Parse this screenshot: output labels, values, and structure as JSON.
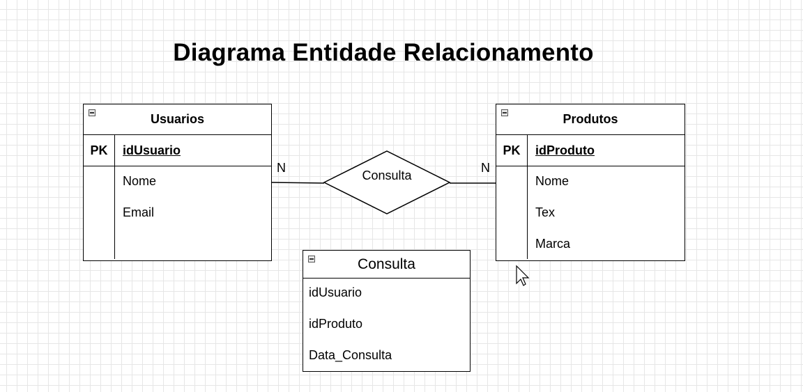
{
  "title": "Diagrama Entidade Relacionamento",
  "entities": {
    "usuarios": {
      "name": "Usuarios",
      "pk_label": "PK",
      "pk_field": "idUsuario",
      "attributes": [
        "Nome",
        "Email"
      ]
    },
    "produtos": {
      "name": "Produtos",
      "pk_label": "PK",
      "pk_field": "idProduto",
      "attributes": [
        "Nome",
        "Tex",
        "Marca"
      ]
    },
    "consulta_table": {
      "name": "Consulta",
      "attributes": [
        "idUsuario",
        "idProduto",
        "Data_Consulta"
      ]
    }
  },
  "relationship": {
    "name": "Consulta",
    "left_cardinality": "N",
    "right_cardinality": "N"
  }
}
